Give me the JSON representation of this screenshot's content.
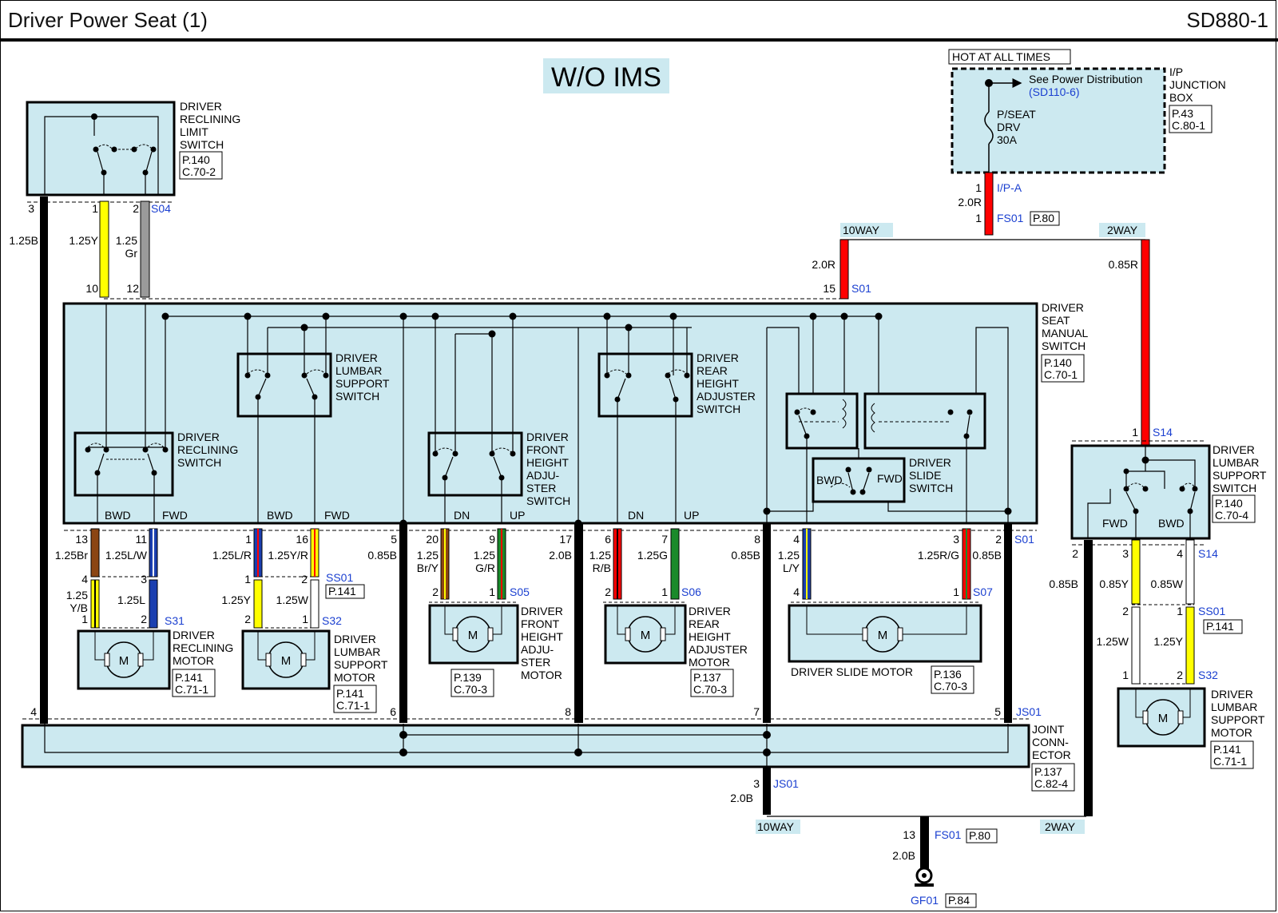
{
  "header": {
    "title": "Driver Power Seat (1)",
    "code": "SD880-1"
  },
  "variant": "W/O IMS",
  "colors": {
    "module_fill": "#cce9f0",
    "black_wire": "#000000",
    "yellow_wire": "#ffff00",
    "gray_wire": "#9a9a9a",
    "red_wire": "#ff0000",
    "brown_wire": "#8b4513",
    "blue_wire": "#1a3fb0",
    "green_wire": "#1a8a2a",
    "white_wire": "#ffffff",
    "ref_blue": "#1a3fd0"
  },
  "power": {
    "hot_label": "HOT AT ALL TIMES",
    "see_label": "See Power Distribution",
    "see_ref": "(SD110-6)",
    "fuse_lines": [
      "P/SEAT",
      "DRV",
      "30A"
    ],
    "junction_box_lines": [
      "I/P",
      "JUNCTION",
      "BOX"
    ],
    "junction_box_refs": [
      "P.43",
      "C.80-1"
    ],
    "ipa_pin": "1",
    "ipa": "I/P-A",
    "ipa_wire": "2.0R",
    "fs01_pin": "1",
    "fs01": "FS01",
    "fs01_page": "P.80",
    "way10": "10WAY",
    "way2": "2WAY"
  },
  "reclining_limit": {
    "lines": [
      "DRIVER",
      "RECLINING",
      "LIMIT",
      "SWITCH"
    ],
    "refs": [
      "P.140",
      "C.70-2"
    ],
    "pin3": "3",
    "pin1": "1",
    "pin2": "2",
    "s04": "S04",
    "w_left": "1.25B",
    "w_yellow": "1.25Y",
    "w_gray1": "1.25",
    "w_gray2": "Gr",
    "pin10": "10",
    "pin12": "12"
  },
  "manual_switch": {
    "lines": [
      "DRIVER",
      "SEAT",
      "MANUAL",
      "SWITCH"
    ],
    "refs": [
      "P.140",
      "C.70-1"
    ],
    "pin15": "15",
    "s01": "S01",
    "w_top": "2.0R",
    "recl_sw": [
      "DRIVER",
      "RECLINING",
      "SWITCH"
    ],
    "lumbar_sw": [
      "DRIVER",
      "LUMBAR",
      "SUPPORT",
      "SWITCH"
    ],
    "front_sw": [
      "DRIVER",
      "FRONT",
      "HEIGHT",
      "ADJU-",
      "STER",
      "SWITCH"
    ],
    "rear_sw": [
      "DRIVER",
      "REAR",
      "HEIGHT",
      "ADJUSTER",
      "SWITCH"
    ],
    "slide_sw": [
      "DRIVER",
      "SLIDE",
      "SWITCH"
    ],
    "bwd": "BWD",
    "fwd": "FWD",
    "dn": "DN",
    "up": "UP"
  },
  "bottom_pins": [
    {
      "pin": "13",
      "wire": "1.25Br"
    },
    {
      "pin": "11",
      "wire": "1.25L/W"
    },
    {
      "pin": "1",
      "wire": "1.25L/R"
    },
    {
      "pin": "16",
      "wire": "1.25Y/R"
    },
    {
      "pin": "5",
      "wire": "0.85B"
    },
    {
      "pin": "20",
      "wire1": "1.25",
      "wire2": "Br/Y"
    },
    {
      "pin": "9",
      "wire1": "1.25",
      "wire2": "G/R"
    },
    {
      "pin": "17",
      "wire": "2.0B"
    },
    {
      "pin": "6",
      "wire1": "1.25",
      "wire2": "R/B"
    },
    {
      "pin": "7",
      "wire": "1.25G"
    },
    {
      "pin": "8",
      "wire": "0.85B"
    },
    {
      "pin": "4",
      "wire1": "1.25",
      "wire2": "L/Y"
    },
    {
      "pin": "3",
      "wire": "1.25R/G"
    },
    {
      "pin": "2",
      "wire": "0.85B"
    },
    {
      "s01": "S01"
    }
  ],
  "recl_motor": {
    "lines": [
      "DRIVER",
      "RECLINING",
      "MOTOR"
    ],
    "refs": [
      "P.141",
      "C.71-1"
    ],
    "pin4": "4",
    "pin3": "3",
    "pin1": "1",
    "pin2": "2",
    "w_yb1": "1.25",
    "w_yb2": "Y/B",
    "w_l": "1.25L",
    "s31": "S31",
    "m": "M"
  },
  "lumbar_motor": {
    "lines": [
      "DRIVER",
      "LUMBAR",
      "SUPPORT",
      "MOTOR"
    ],
    "refs": [
      "P.141",
      "C.71-1"
    ],
    "pin1": "1",
    "pin2": "2",
    "pin2b": "2",
    "pin1b": "1",
    "w_y": "1.25Y",
    "w_w": "1.25W",
    "ss01": "SS01",
    "ss01_page": "P.141",
    "s32": "S32",
    "m": "M"
  },
  "front_motor": {
    "lines": [
      "DRIVER",
      "FRONT",
      "HEIGHT",
      "ADJU-",
      "STER",
      "MOTOR"
    ],
    "refs": [
      "P.139",
      "C.70-3"
    ],
    "pin2": "2",
    "pin1": "1",
    "s05": "S05",
    "m": "M"
  },
  "rear_motor": {
    "lines": [
      "DRIVER",
      "REAR",
      "HEIGHT",
      "ADJUSTER",
      "MOTOR"
    ],
    "refs": [
      "P.137",
      "C.70-3"
    ],
    "pin2": "2",
    "pin1": "1",
    "s06": "S06",
    "m": "M"
  },
  "slide_motor": {
    "label": "DRIVER SLIDE MOTOR",
    "refs": [
      "P.136",
      "C.70-3"
    ],
    "pin4": "4",
    "pin1": "1",
    "s07": "S07",
    "m": "M"
  },
  "joint": {
    "lines": [
      "JOINT",
      "CONN-",
      "ECTOR"
    ],
    "refs": [
      "P.137",
      "C.82-4"
    ],
    "pin4": "4",
    "pin6": "6",
    "pin8": "8",
    "pin7": "7",
    "pin5": "5",
    "js01": "JS01",
    "pin3": "3",
    "js01b": "JS01",
    "w_out": "2.0B"
  },
  "ground": {
    "pin13": "13",
    "fs01": "FS01",
    "fs01_page": "P.80",
    "w": "2.0B",
    "gf01": "GF01",
    "gf01_page": "P.84",
    "way10": "10WAY",
    "way2": "2WAY"
  },
  "right_switch": {
    "lines": [
      "DRIVER",
      "LUMBAR",
      "SUPPORT",
      "SWITCH"
    ],
    "refs": [
      "P.140",
      "C.70-4"
    ],
    "w_top": "0.85R",
    "pin1": "1",
    "s14": "S14",
    "fwd": "FWD",
    "bwd": "BWD",
    "pin2": "2",
    "pin3": "3",
    "pin4": "4",
    "s14b": "S14",
    "w_left": "0.85B",
    "w_y": "0.85Y",
    "w_w": "0.85W"
  },
  "right_motor": {
    "lines": [
      "DRIVER",
      "LUMBAR",
      "SUPPORT",
      "MOTOR"
    ],
    "refs": [
      "P.141",
      "C.71-1"
    ],
    "pin2": "2",
    "pin1": "1",
    "ss01": "SS01",
    "ss01_page": "P.141",
    "w_w": "1.25W",
    "w_y": "1.25Y",
    "pin1b": "1",
    "pin2b": "2",
    "s32": "S32",
    "m": "M"
  }
}
